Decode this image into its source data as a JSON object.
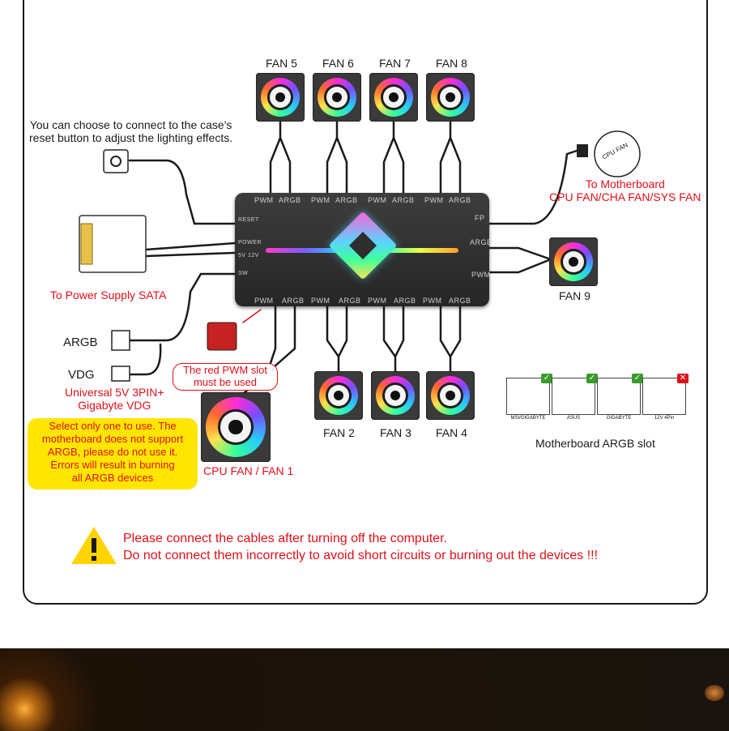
{
  "fans_top": [
    "FAN 5",
    "FAN 6",
    "FAN 7",
    "FAN 8"
  ],
  "fans_bottom": [
    "FAN 2",
    "FAN 3",
    "FAN 4"
  ],
  "fan9": "FAN 9",
  "cpu_fan": "CPU FAN / FAN 1",
  "reset_note": [
    "You can choose to connect to the case's",
    "reset button to adjust the lighting effects."
  ],
  "motherboard_note": [
    "To Motherboard",
    "CPU FAN/CHA FAN/SYS FAN"
  ],
  "cpu_fan_plug_label": "CPU FAN",
  "power_label": "To Power Supply SATA",
  "argb_label": "ARGB",
  "vdg_label": "VDG",
  "universal_label": [
    "Universal 5V 3PIN+",
    "Gigabyte VDG"
  ],
  "red_pwm_note": [
    "The red PWM slot",
    "must be used"
  ],
  "select_note": [
    "Select only one to use. The",
    "motherboard does not support",
    "ARGB, please do not use it.",
    "Errors will result in burning",
    "all ARGB devices"
  ],
  "hub_ports_top": [
    "PWM",
    "ARGB",
    "PWM",
    "ARGB",
    "PWM",
    "ARGB",
    "PWM",
    "ARGB"
  ],
  "hub_ports_bottom": [
    "PWM",
    "ARGB",
    "PWM",
    "ARGB",
    "PWM",
    "ARGB",
    "PWM",
    "ARGB"
  ],
  "hub_ports_right": [
    "FP",
    "ARGB",
    "PWM"
  ],
  "hub_ports_left": [
    "RESET",
    "POWER",
    "5V 12V",
    "SW"
  ],
  "slots": [
    {
      "caption": "MSI/GIGABYTE",
      "ok": true
    },
    {
      "caption": "ASUS",
      "ok": true
    },
    {
      "caption": "GIGABYTE",
      "ok": true
    },
    {
      "caption": "12V 4Pin",
      "ok": false
    }
  ],
  "slot_title": "Motherboard ARGB slot",
  "warning": [
    "Please connect the cables after turning off the computer.",
    "Do not connect them incorrectly to avoid short circuits or burning out the devices !!!"
  ],
  "colors": {
    "red": "#e0101a",
    "yellow": "#ffe600",
    "hub": "#2f2f2f"
  }
}
